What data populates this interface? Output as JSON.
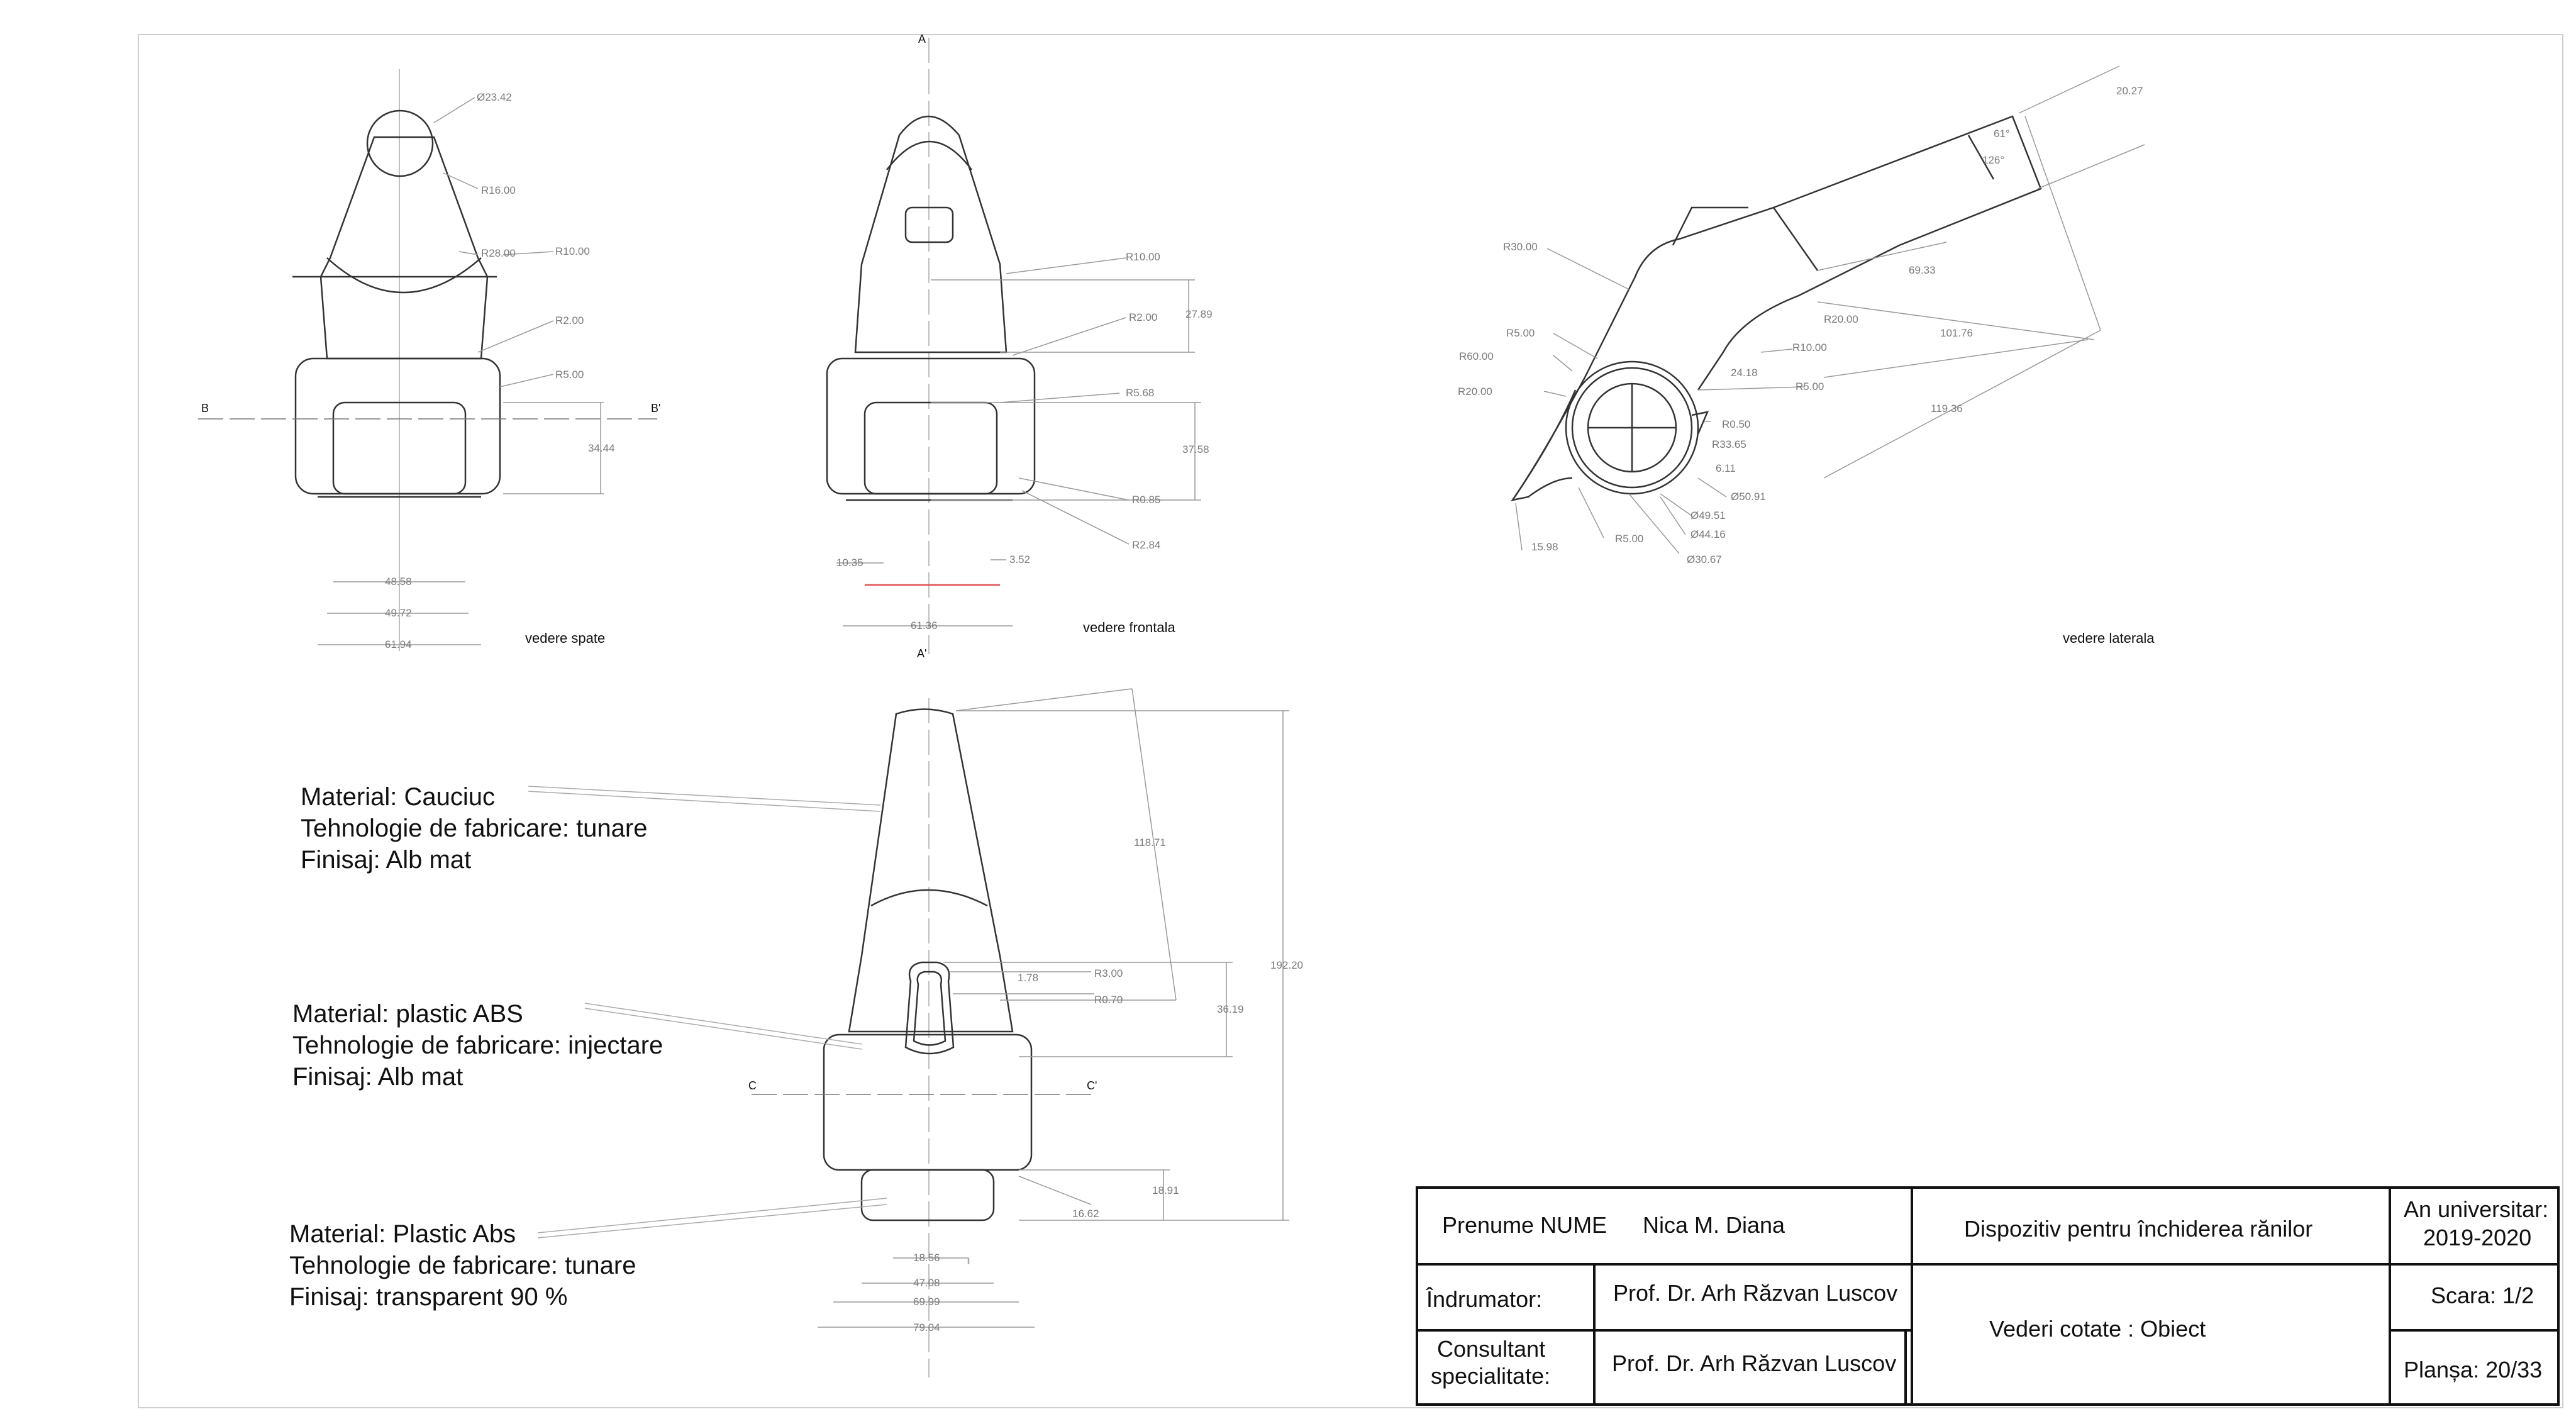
{
  "views": {
    "back_label": "vedere spate",
    "front_label": "vedere frontala",
    "side_label": "vedere laterala"
  },
  "section_marks": {
    "a": "A",
    "a2": "A'",
    "b": "B",
    "b2": "B'",
    "c": "C",
    "c2": "C'"
  },
  "dims_back": {
    "d1": "Ø23.42",
    "d2": "R16.00",
    "d3": "R28.00",
    "d4": "R10.00",
    "d5": "R2.00",
    "d6": "R5.00",
    "d7": "34.44",
    "d8": "48.58",
    "d9": "49.72",
    "d10": "61.94"
  },
  "dims_front": {
    "d1": "R10.00",
    "d2": "R2.00",
    "d3": "27.89",
    "d4": "R5.68",
    "d5": "37.58",
    "d6": "R0.85",
    "d7": "R2.84",
    "d8": "10.35",
    "d9": "3.52",
    "d10": "61.36"
  },
  "dims_side": {
    "d1": "20.27",
    "d2": "61°",
    "d3": "126°",
    "d4": "R30.00",
    "d5": "69.33",
    "d6": "R20.00",
    "d7": "101.76",
    "d8": "R5.00",
    "d9": "R60.00",
    "d10": "R10.00",
    "d11": "R20.00",
    "d12": "24.18",
    "d13": "R5.00",
    "d14": "119.36",
    "d15": "R0.50",
    "d16": "R33.65",
    "d17": "6.11",
    "d18": "Ø50.91",
    "d19": "Ø49.51",
    "d20": "Ø44.16",
    "d21": "Ø30.67",
    "d22": "15.98",
    "d23": "R5.00"
  },
  "dims_bottom": {
    "d1": "118.71",
    "d2": "192.20",
    "d3": "1.78",
    "d4": "R3.00",
    "d5": "R0.70",
    "d6": "36.19",
    "d7": "18.91",
    "d8": "16.62",
    "d9": "18.56",
    "d10": "47.08",
    "d11": "69.99",
    "d12": "79.04"
  },
  "materials": [
    {
      "line1": "Material: Cauciuc",
      "line2": "Tehnologie de fabricare: tunare",
      "line3": "Finisaj: Alb mat"
    },
    {
      "line1": "Material: plastic ABS",
      "line2": "Tehnologie de fabricare: injectare",
      "line3": "Finisaj: Alb mat"
    },
    {
      "line1": "Material: Plastic Abs",
      "line2": "Tehnologie de fabricare: tunare",
      "line3": "Finisaj: transparent 90 %"
    }
  ],
  "title_block": {
    "name_label": "Prenume NUME",
    "name_value": "Nica M. Diana",
    "project_title": "Dispozitiv pentru închiderea rănilor",
    "year_label": "An universitar:",
    "year_value": "2019-2020",
    "tutor_label": "Îndrumator:",
    "tutor_value": "Prof. Dr. Arh Răzvan Luscov",
    "consultant_label_1": "Consultant",
    "consultant_label_2": "specialitate:",
    "consultant_value": "Prof. Dr. Arh Răzvan Luscov",
    "sheet_subject": "Vederi cotate : Obiect",
    "scale": "Scara: 1/2",
    "sheet_number": "Planșa: 20/33"
  }
}
